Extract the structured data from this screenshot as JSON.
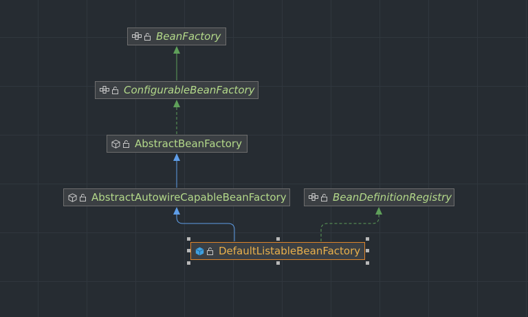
{
  "colors": {
    "background": "#262c32",
    "grid": "#30373e",
    "node_fill": "#3b3f43",
    "node_border": "#6e6e6e",
    "node_text": "#b3d98a",
    "selected_border": "#e0842a",
    "selected_text": "#e9b04c",
    "extends_interface_edge": "#5fa05a",
    "extends_class_edge": "#5f9ee8"
  },
  "nodes": {
    "bean_factory": {
      "label": "BeanFactory",
      "kind": "interface",
      "icons": [
        "interface-icon",
        "lock-open-icon"
      ]
    },
    "configurable_bean_factory": {
      "label": "ConfigurableBeanFactory",
      "kind": "interface",
      "icons": [
        "interface-icon",
        "lock-open-icon"
      ]
    },
    "abstract_bean_factory": {
      "label": "AbstractBeanFactory",
      "kind": "abstract-class",
      "icons": [
        "abstract-class-icon",
        "lock-open-icon"
      ]
    },
    "abstract_autowire_capable_bean_factory": {
      "label": "AbstractAutowireCapableBeanFactory",
      "kind": "abstract-class",
      "icons": [
        "abstract-class-icon",
        "lock-open-icon"
      ]
    },
    "bean_definition_registry": {
      "label": "BeanDefinitionRegistry",
      "kind": "interface",
      "icons": [
        "interface-icon",
        "lock-open-icon"
      ]
    },
    "default_listable_bean_factory": {
      "label": "DefaultListableBeanFactory",
      "kind": "class",
      "selected": true,
      "icons": [
        "class-icon",
        "lock-open-icon"
      ]
    }
  },
  "edges": [
    {
      "from": "configurable_bean_factory",
      "to": "bean_factory",
      "type": "extends",
      "style": "solid-green"
    },
    {
      "from": "abstract_bean_factory",
      "to": "configurable_bean_factory",
      "type": "implements",
      "style": "dashed-green"
    },
    {
      "from": "abstract_autowire_capable_bean_factory",
      "to": "abstract_bean_factory",
      "type": "extends",
      "style": "solid-blue"
    },
    {
      "from": "default_listable_bean_factory",
      "to": "abstract_autowire_capable_bean_factory",
      "type": "extends",
      "style": "solid-blue"
    },
    {
      "from": "default_listable_bean_factory",
      "to": "bean_definition_registry",
      "type": "implements",
      "style": "dashed-green"
    }
  ]
}
